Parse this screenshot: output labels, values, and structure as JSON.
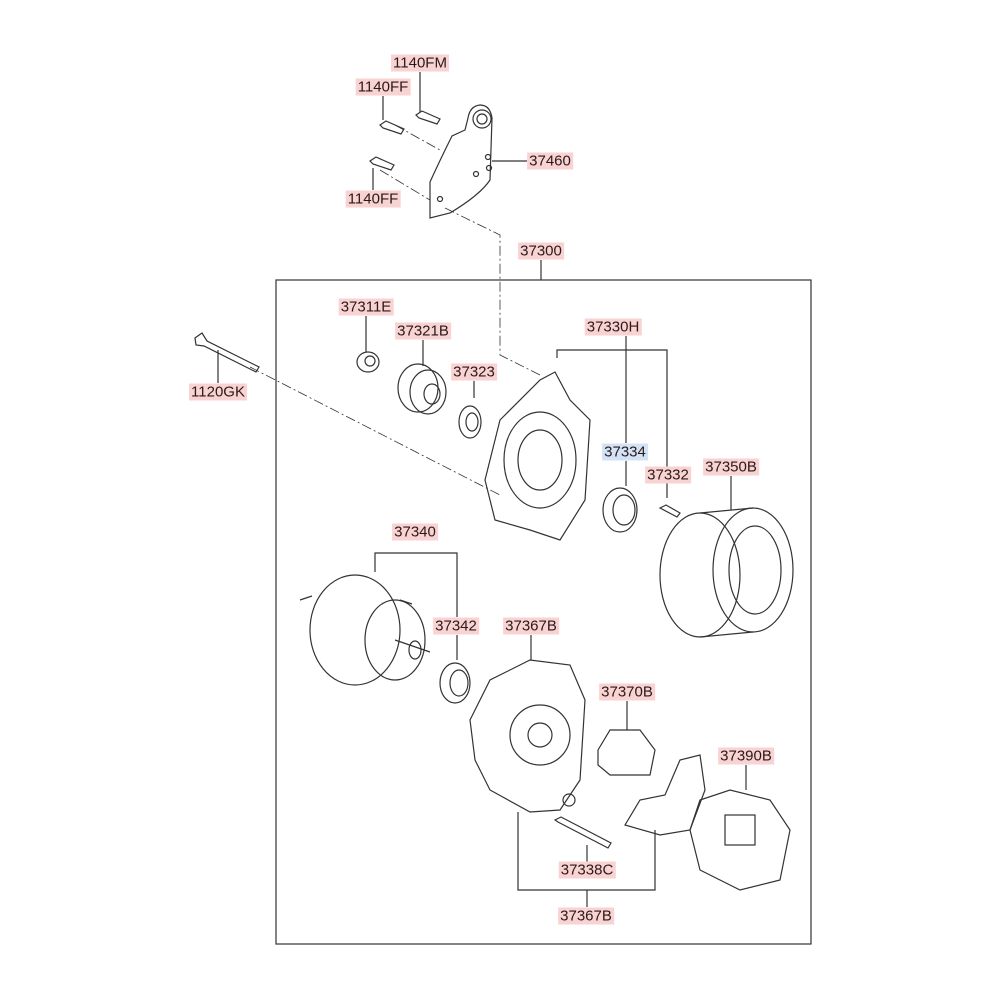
{
  "title": "Alternator assembly parts diagram",
  "colors": {
    "label_bg": "#f9d2d2",
    "label_highlight_bg": "#d3e3f6",
    "line": "#333333"
  },
  "labels": {
    "p1140fm": "1140FM",
    "p1140ff_top": "1140FF",
    "p37460": "37460",
    "p1140ff_bottom": "1140FF",
    "p37300": "37300",
    "p37311e": "37311E",
    "p37321b": "37321B",
    "p37330h": "37330H",
    "p1120gk": "1120GK",
    "p37323": "37323",
    "p37334": "37334",
    "p37332": "37332",
    "p37350b": "37350B",
    "p37340": "37340",
    "p37342": "37342",
    "p37367b_top": "37367B",
    "p37370b": "37370B",
    "p37390b": "37390B",
    "p37338c": "37338C",
    "p37367b_bottom": "37367B"
  }
}
